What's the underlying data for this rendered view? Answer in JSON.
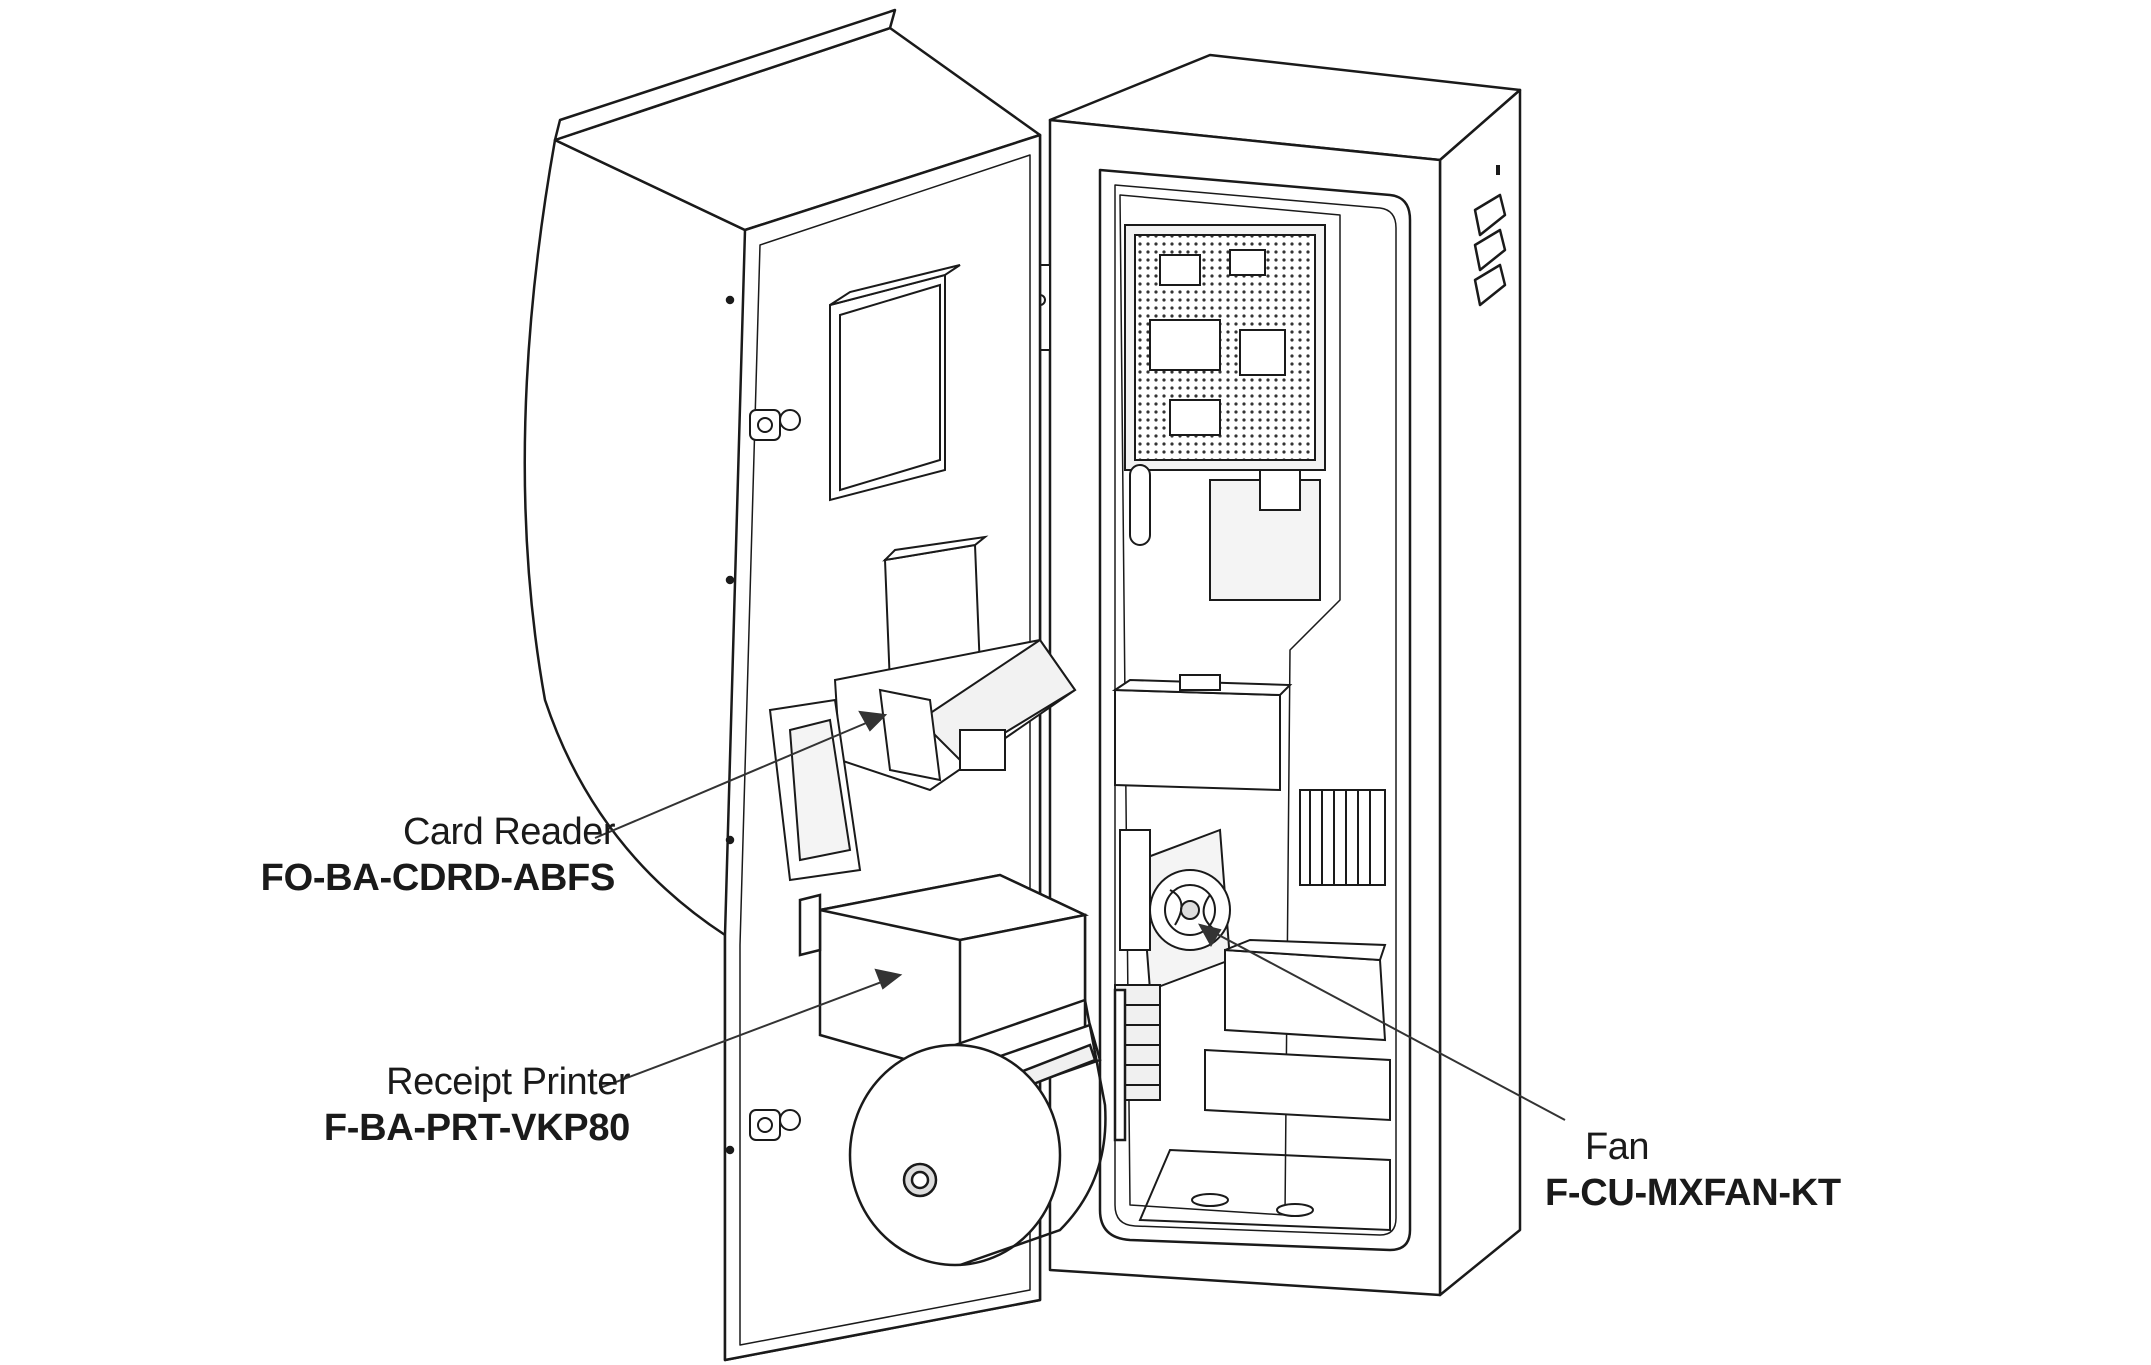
{
  "callouts": {
    "card_reader": {
      "name": "Card Reader",
      "part": "FO-BA-CDRD-ABFS"
    },
    "receipt_printer": {
      "name": "Receipt Printer",
      "part": "F-BA-PRT-VKP80"
    },
    "fan": {
      "name": "Fan",
      "part": "F-CU-MXFAN-KT"
    }
  },
  "colors": {
    "line": "#1a1a1a",
    "fill": "#ffffff",
    "shade": "#d9d9d9",
    "arrow": "#333333"
  }
}
